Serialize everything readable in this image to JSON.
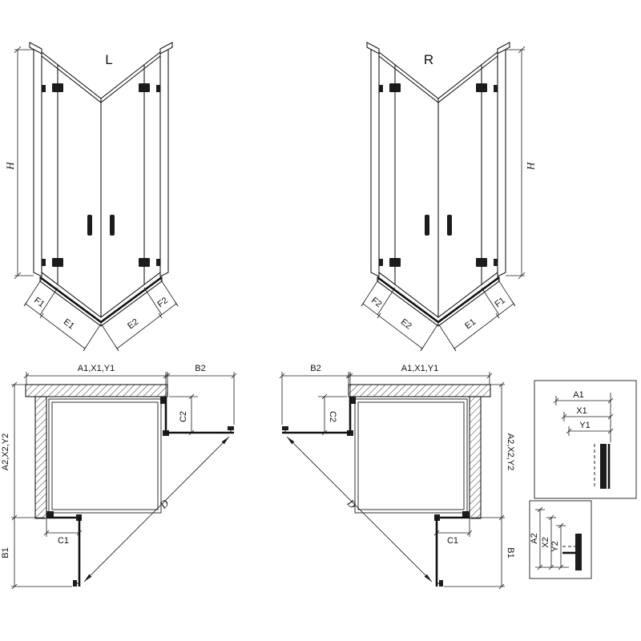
{
  "page": {
    "background": "#ffffff",
    "line_color": "#1c1c1c"
  },
  "perspective_left": {
    "view_label": "L",
    "height": "H",
    "seg_outer_left": "F1",
    "seg_inner_left": "E1",
    "seg_inner_right": "E2",
    "seg_outer_right": "F2"
  },
  "perspective_right": {
    "view_label": "R",
    "height": "H",
    "seg_outer_left": "F2",
    "seg_inner_left": "E2",
    "seg_inner_right": "E1",
    "seg_outer_right": "F1"
  },
  "plan_left": {
    "width_top": "A1,X1,Y1",
    "door_top": "B2",
    "return_top": "C2",
    "depth_side": "A2,X2,Y2",
    "return_bottom": "C1",
    "door_side": "B1",
    "diagonal": "D"
  },
  "plan_right": {
    "width_top": "A1,X1,Y1",
    "door_top": "B2",
    "return_top": "C2",
    "depth_side": "A2,X2,Y2",
    "return_bottom": "C1",
    "door_side": "B1",
    "diagonal": "D"
  },
  "detail_width": {
    "a": "A1",
    "x": "X1",
    "y": "Y1"
  },
  "detail_depth": {
    "a": "A2",
    "x": "X2",
    "y": "Y2"
  }
}
